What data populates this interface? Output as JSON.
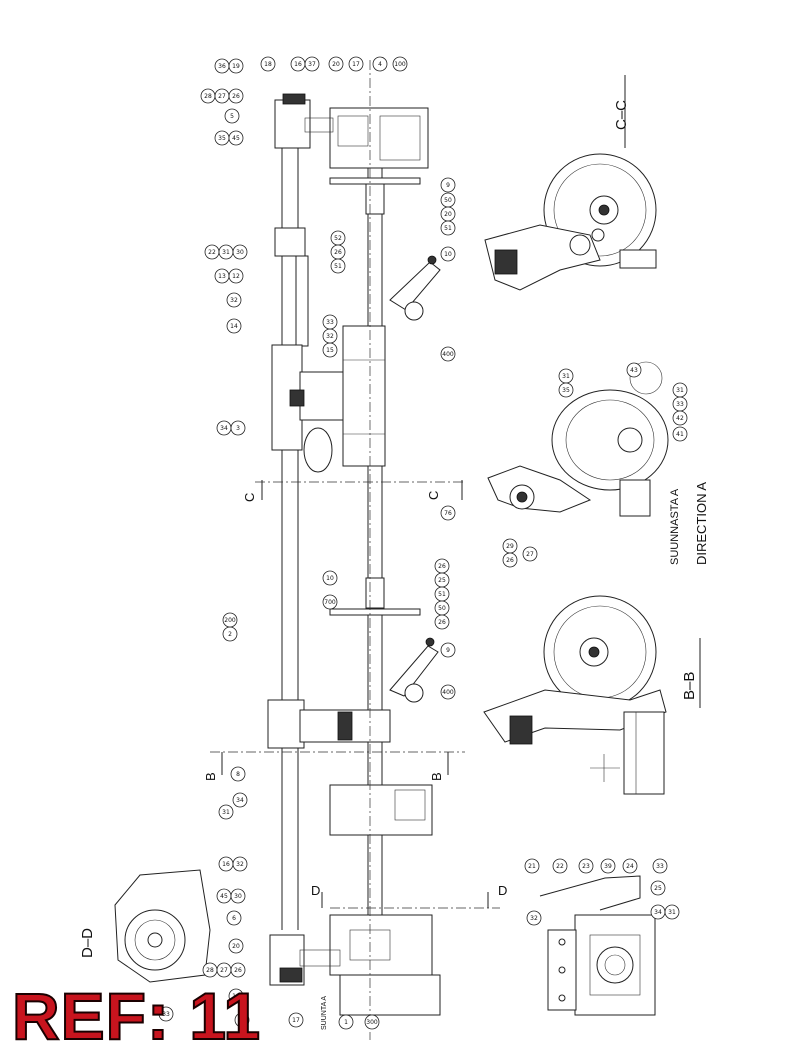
{
  "sections": {
    "cc": "C–C",
    "bb": "B–B",
    "dd": "D–D",
    "direction_fi": "SUUNNASTA A",
    "direction_en": "DIRECTION A",
    "suunta": "SUUNTA A"
  },
  "cut_marks": {
    "c": "C",
    "b": "B",
    "d": "D"
  },
  "callouts": {
    "top": [
      "36",
      "19",
      "18",
      "16",
      "37",
      "20",
      "17",
      "4",
      "100",
      "28",
      "27",
      "26",
      "5",
      "35",
      "45",
      "9",
      "50",
      "20",
      "51",
      "52",
      "26",
      "51",
      "10",
      "22",
      "31",
      "30",
      "13",
      "12",
      "32",
      "14",
      "15",
      "32",
      "33",
      "400",
      "34",
      "3"
    ],
    "middle": [
      "76",
      "26",
      "25",
      "51",
      "10",
      "50",
      "26",
      "700",
      "9",
      "400",
      "2",
      "200",
      "8",
      "31",
      "34"
    ],
    "bottom": [
      "16",
      "32",
      "45",
      "30",
      "6",
      "20",
      "28",
      "27",
      "26",
      "18",
      "37",
      "17",
      "1",
      "300",
      "33"
    ],
    "views": [
      "43",
      "31",
      "35",
      "31",
      "33",
      "42",
      "41",
      "29",
      "26",
      "27",
      "21",
      "22",
      "23",
      "39",
      "24",
      "33",
      "25",
      "34",
      "31",
      "32"
    ]
  },
  "ref_label": "REF: 11"
}
